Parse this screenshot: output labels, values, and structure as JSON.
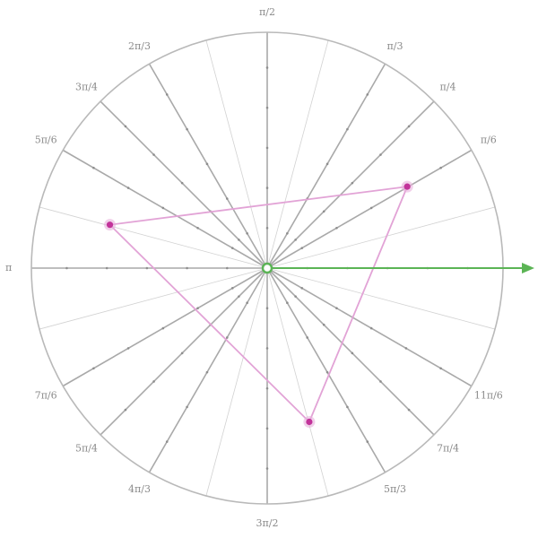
{
  "diagram": {
    "type": "polar-grid",
    "colors": {
      "background": "#ffffff",
      "circle": "#b9b9b9",
      "major_ray": "#a9a9a9",
      "minor_ray": "#d2d2d2",
      "tick": "#8e8e8e",
      "label": "#8a8a8a",
      "polygon_stroke": "#e2a3d6",
      "vertex": "#c2339a",
      "vertex_halo": "#e8b0dc",
      "arrow": "#5bb455",
      "origin_ring": "#5bb455"
    },
    "angle_labels": [
      {
        "text": "π/2",
        "deg": 90
      },
      {
        "text": "π/3",
        "deg": 60
      },
      {
        "text": "π/4",
        "deg": 45
      },
      {
        "text": "π/6",
        "deg": 30
      },
      {
        "text": "π",
        "deg": 180
      },
      {
        "text": "2π/3",
        "deg": 120
      },
      {
        "text": "3π/4",
        "deg": 135
      },
      {
        "text": "5π/6",
        "deg": 150
      },
      {
        "text": "7π/6",
        "deg": 210
      },
      {
        "text": "5π/4",
        "deg": 225
      },
      {
        "text": "4π/3",
        "deg": 240
      },
      {
        "text": "3π/2",
        "deg": 270
      },
      {
        "text": "5π/3",
        "deg": 300
      },
      {
        "text": "7π/4",
        "deg": 315
      },
      {
        "text": "11π/6",
        "deg": 330
      }
    ],
    "major_ray_degrees": [
      0,
      30,
      45,
      60,
      90,
      120,
      135,
      150,
      180,
      210,
      225,
      240,
      270,
      300,
      315,
      330
    ],
    "minor_ray_degrees": [
      15,
      75,
      105,
      165,
      195,
      255,
      285,
      345
    ],
    "tick_fractions": [
      0.17,
      0.34,
      0.51,
      0.68,
      0.85
    ],
    "polygon_vertices_polar": [
      {
        "r": 0.687,
        "deg": 30.2
      },
      {
        "r": 0.692,
        "deg": 164.6
      },
      {
        "r": 0.676,
        "deg": 285.3
      }
    ],
    "vector": {
      "deg": 0,
      "extends_to_edge": true
    }
  }
}
